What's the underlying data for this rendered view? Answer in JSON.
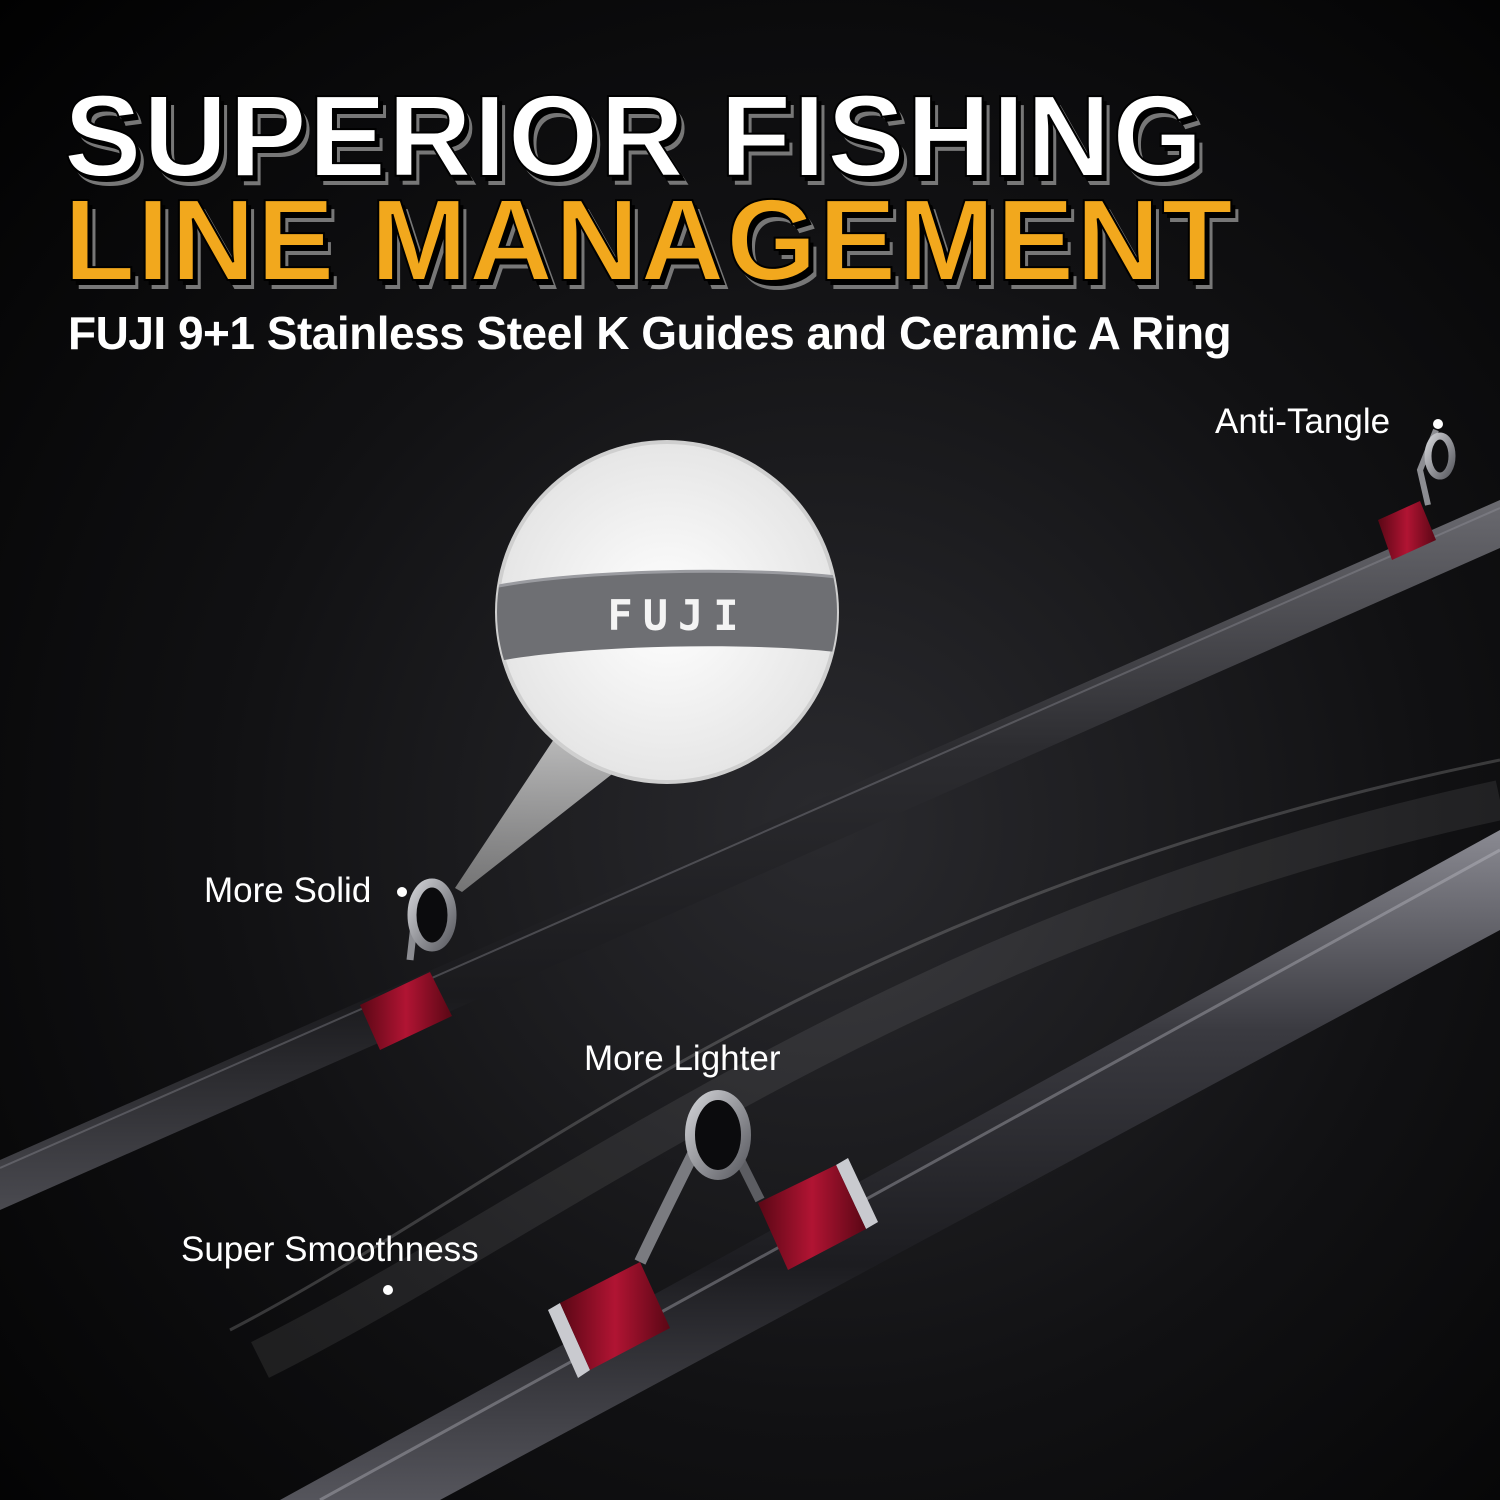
{
  "headline": {
    "line1": "SUPERIOR FISHING",
    "line2": "LINE MANAGEMENT"
  },
  "subheading": "FUJI 9+1 Stainless Steel K Guides and Ceramic A Ring",
  "zoom_inset": {
    "brand_text": "FUJI"
  },
  "callouts": {
    "anti_tangle": "Anti-Tangle",
    "more_solid": "More Solid",
    "more_lighter": "More Lighter",
    "super_smoothness": "Super Smoothness"
  },
  "colors": {
    "background": "#000000",
    "headline_white": "#ffffff",
    "headline_gold": "#f2a81d",
    "wrap_red": "#8f0f25",
    "blank_graphite": "#3a3a3e"
  }
}
